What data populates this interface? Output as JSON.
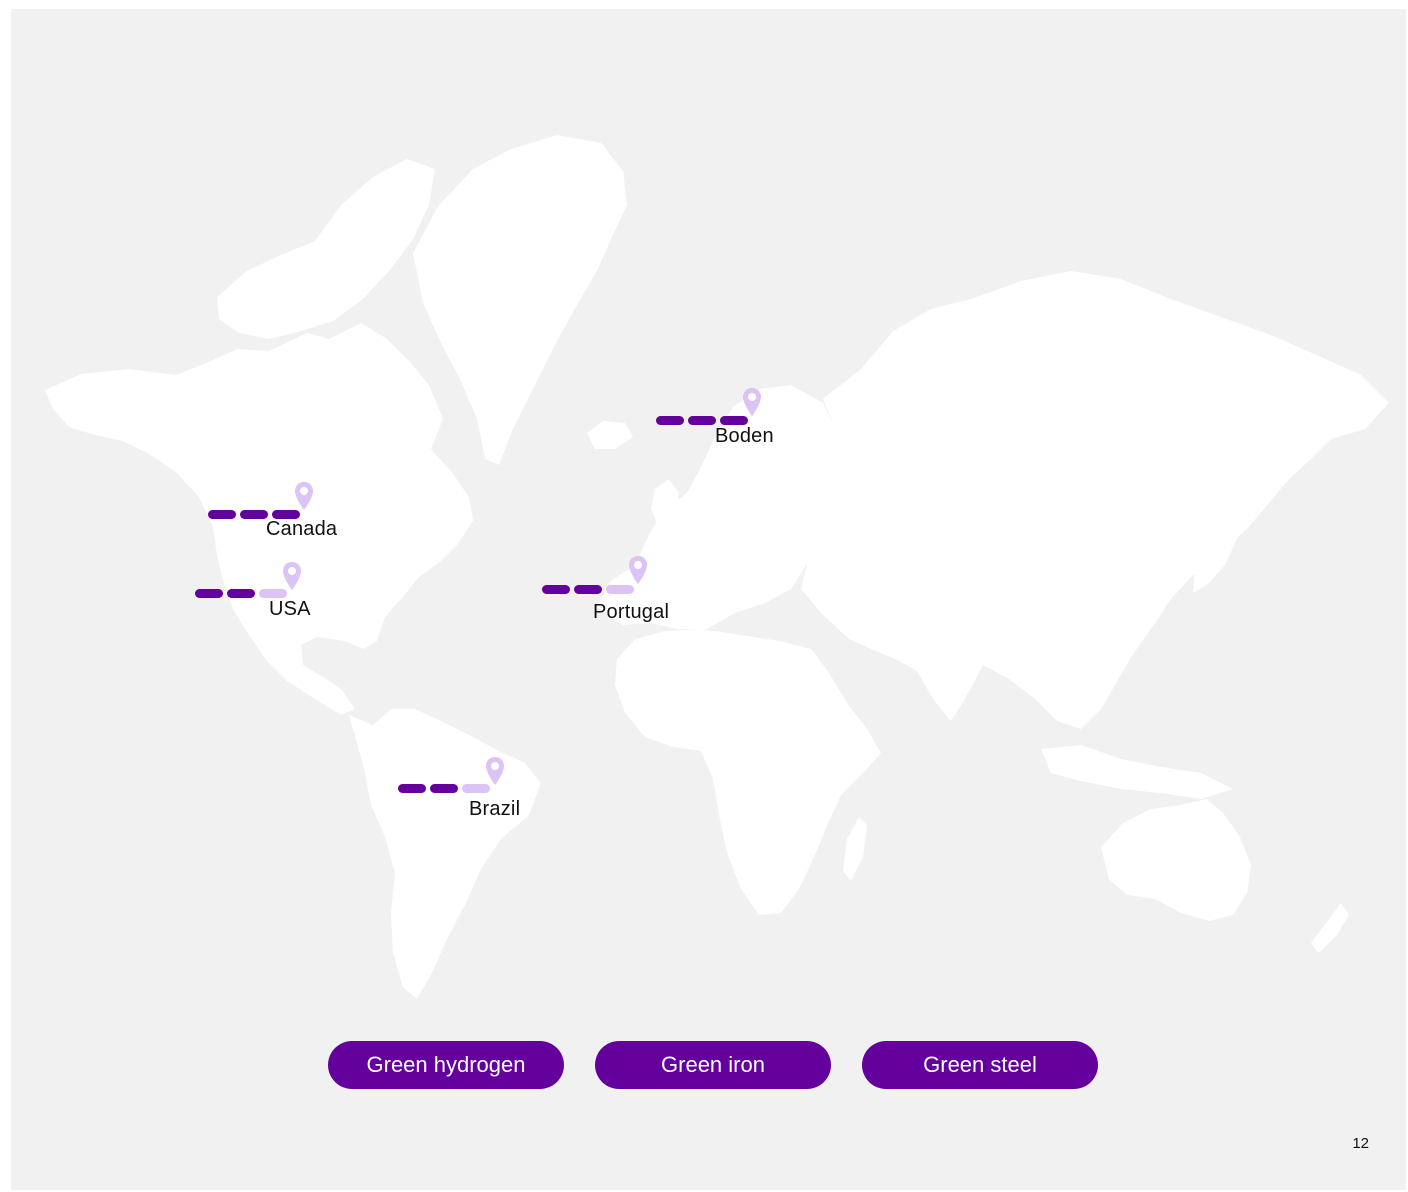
{
  "colors": {
    "primary": "#64009b",
    "light": "#dcc3f5",
    "background": "#f1f1f1",
    "land": "#ffffff"
  },
  "locations": [
    {
      "id": "boden",
      "label": "Boden",
      "filled_segments": 3,
      "total_segments": 3
    },
    {
      "id": "canada",
      "label": "Canada",
      "filled_segments": 3,
      "total_segments": 3
    },
    {
      "id": "usa",
      "label": "USA",
      "filled_segments": 2,
      "total_segments": 3
    },
    {
      "id": "portugal",
      "label": "Portugal",
      "filled_segments": 2,
      "total_segments": 3
    },
    {
      "id": "brazil",
      "label": "Brazil",
      "filled_segments": 2,
      "total_segments": 3
    }
  ],
  "legend": [
    {
      "label": "Green hydrogen"
    },
    {
      "label": "Green iron"
    },
    {
      "label": "Green steel"
    }
  ],
  "page_number": "12"
}
